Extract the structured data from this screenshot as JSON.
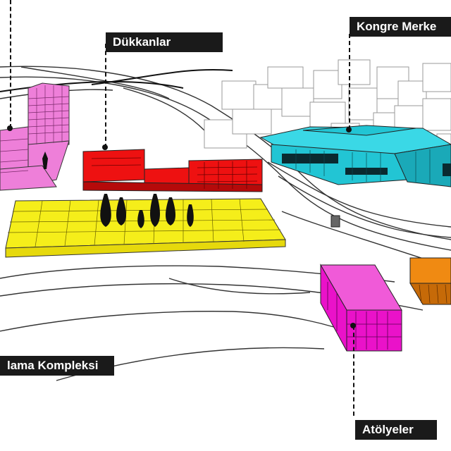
{
  "labels": {
    "dukkanlar": "Dükkanlar",
    "kongre": "Kongre Merke",
    "kompleks": "lama Kompleksi",
    "atolyeler": "Atölyeler"
  },
  "colors": {
    "residential": "#ee7fd9",
    "shops": "#ee1111",
    "complex": "#f5ee1a",
    "congress": "#22c5d4",
    "workshops": "#ea12c9",
    "orange_block": "#f08a12",
    "label_bg": "#1a1a1a",
    "label_text": "#ffffff",
    "context_buildings": "#ffffff",
    "lines": "#222222"
  }
}
